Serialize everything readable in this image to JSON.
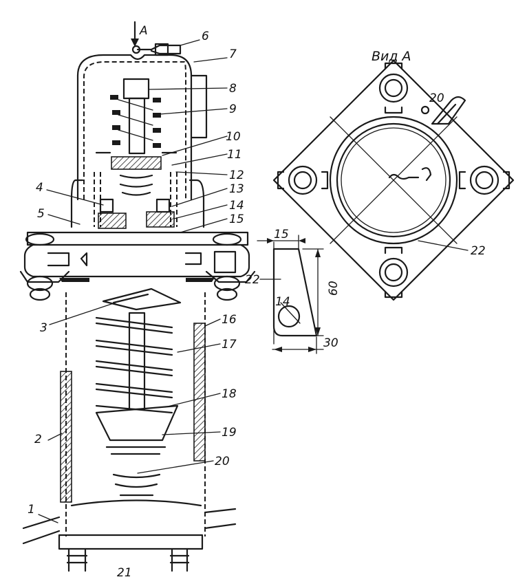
{
  "view_title": "Вид А",
  "arrow_label": "А",
  "callouts": {
    "c1": "1",
    "c2": "2",
    "c3": "3",
    "c4": "4",
    "c5": "5",
    "c6": "6",
    "c7": "7",
    "c8": "8",
    "c9": "9",
    "c10": "10",
    "c11": "11",
    "c12": "12",
    "c13": "13",
    "c14": "14",
    "c15": "15",
    "c16": "16",
    "c17": "17",
    "c18": "18",
    "c19": "19",
    "c20": "20",
    "c21": "21",
    "c20b": "20",
    "c22": "22"
  },
  "detail": {
    "part_label": "22",
    "hole_label": "14",
    "dim_top": "15",
    "dim_height": "60",
    "dim_bottom": "30"
  }
}
